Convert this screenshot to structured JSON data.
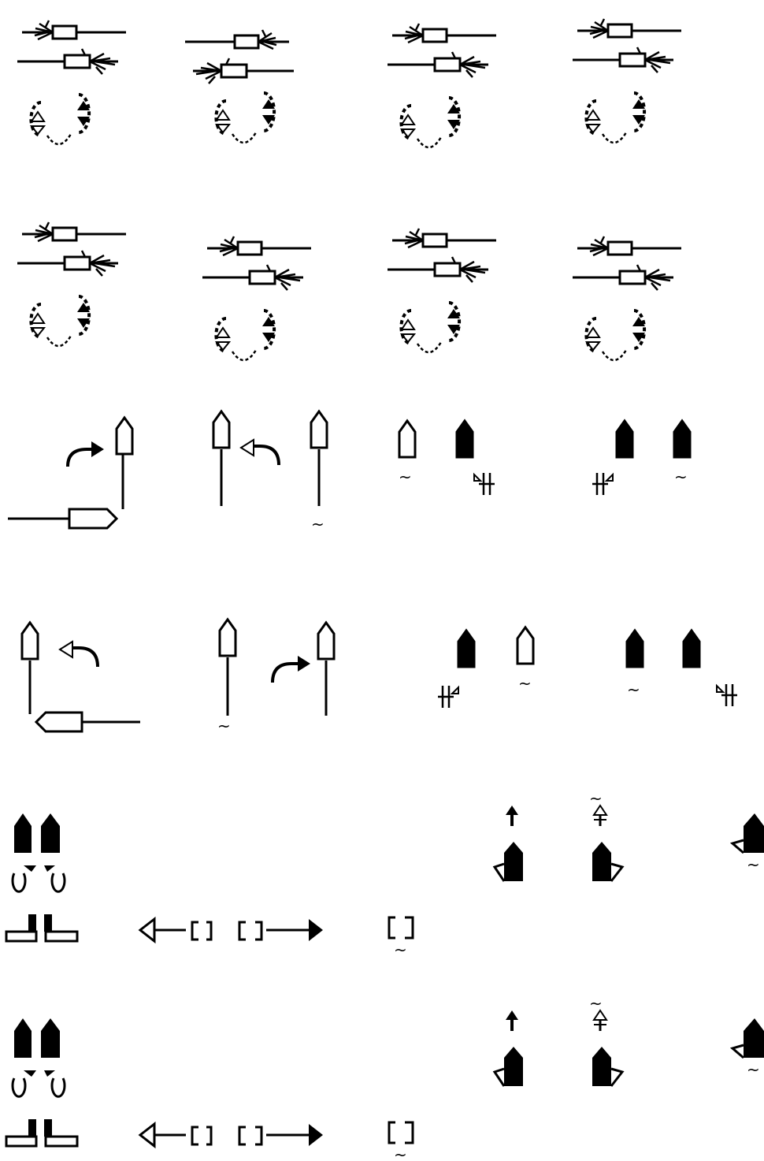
{
  "theme": {
    "ink": "#000000",
    "paper": "#ffffff"
  },
  "glyph_sheet": {
    "rows": [
      {
        "row": 1,
        "glyphs": [
          "crossing-strands-spin-icon",
          "crossing-strands-spin-icon",
          "crossing-strands-spin-icon",
          "crossing-strands-spin-icon"
        ]
      },
      {
        "row": 2,
        "glyphs": [
          "crossing-strands-spin-icon",
          "crossing-strands-spin-icon",
          "crossing-strands-spin-icon",
          "crossing-strands-spin-icon"
        ]
      },
      {
        "row": 3,
        "glyphs": [
          "pin-turn-icon",
          "pin-pair-icon",
          "pin-contact-icon",
          "pin-contact-icon"
        ]
      },
      {
        "row": 4,
        "glyphs": [
          "pin-turn-icon",
          "pin-pair-icon",
          "pin-contact-icon",
          "pin-contact-icon"
        ]
      },
      {
        "row": 5,
        "glyphs": [
          "pair-rotate-icon",
          "bracket-arrows-icon",
          "bracket-wave-icon",
          "arrow-pin-icon",
          "arrow-pin-icon",
          "pin-edge-icon"
        ]
      },
      {
        "row": 6,
        "glyphs": [
          "pair-rotate-icon",
          "bracket-arrows-icon",
          "bracket-wave-icon",
          "arrow-pin-icon",
          "arrow-pin-icon",
          "pin-edge-icon"
        ]
      }
    ]
  }
}
